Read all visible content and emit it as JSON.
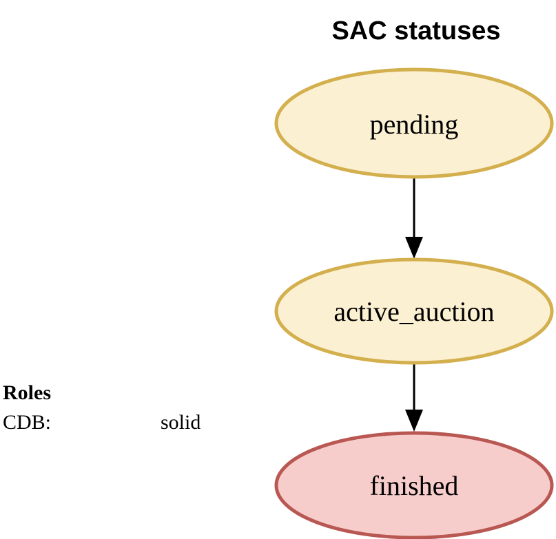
{
  "title": "SAC statuses",
  "legend": {
    "heading": "Roles",
    "entries": [
      {
        "role": "CDB:",
        "style": "solid"
      }
    ]
  },
  "nodes": [
    {
      "id": "pending",
      "label": "pending",
      "fill": "#FCF0D2",
      "stroke": "#D3AF4E"
    },
    {
      "id": "active_auction",
      "label": "active_auction",
      "fill": "#FCF0D2",
      "stroke": "#D3AF4E"
    },
    {
      "id": "finished",
      "label": "finished",
      "fill": "#F7CDCB",
      "stroke": "#B95752"
    }
  ],
  "edges": [
    {
      "from": "pending",
      "to": "active_auction",
      "style": "solid",
      "color": "#000000"
    },
    {
      "from": "active_auction",
      "to": "finished",
      "style": "solid",
      "color": "#000000"
    }
  ]
}
